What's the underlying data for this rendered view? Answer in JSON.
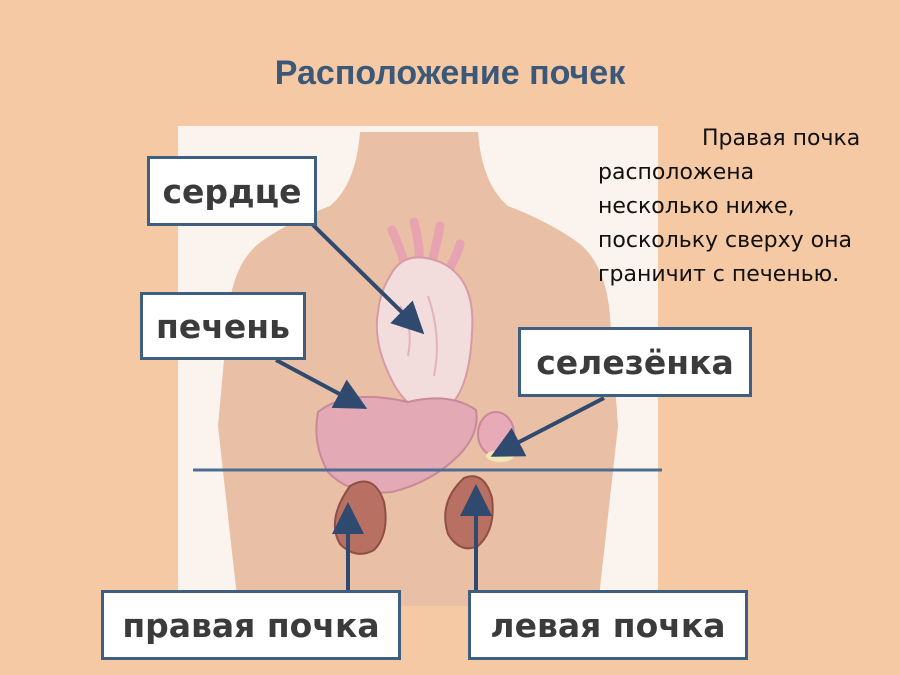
{
  "title": "Расположение почек",
  "note": {
    "lines": [
      "Правая почка",
      "расположена",
      "несколько ниже,",
      "поскольку сверху она",
      "граничит с печенью."
    ]
  },
  "labels": {
    "heart": "сердце",
    "liver": "печень",
    "spleen": "селезёнка",
    "right_kidney": "правая почка",
    "left_kidney": "левая почка"
  },
  "colors": {
    "background": "#f6c9a5",
    "title": "#3c5878",
    "label_border": "#3f5f80",
    "arrow": "#2f4a6e",
    "body_silhouette": "#e9bfa5",
    "panel": "#fbf3ee",
    "organ": "#e3a9b4"
  }
}
